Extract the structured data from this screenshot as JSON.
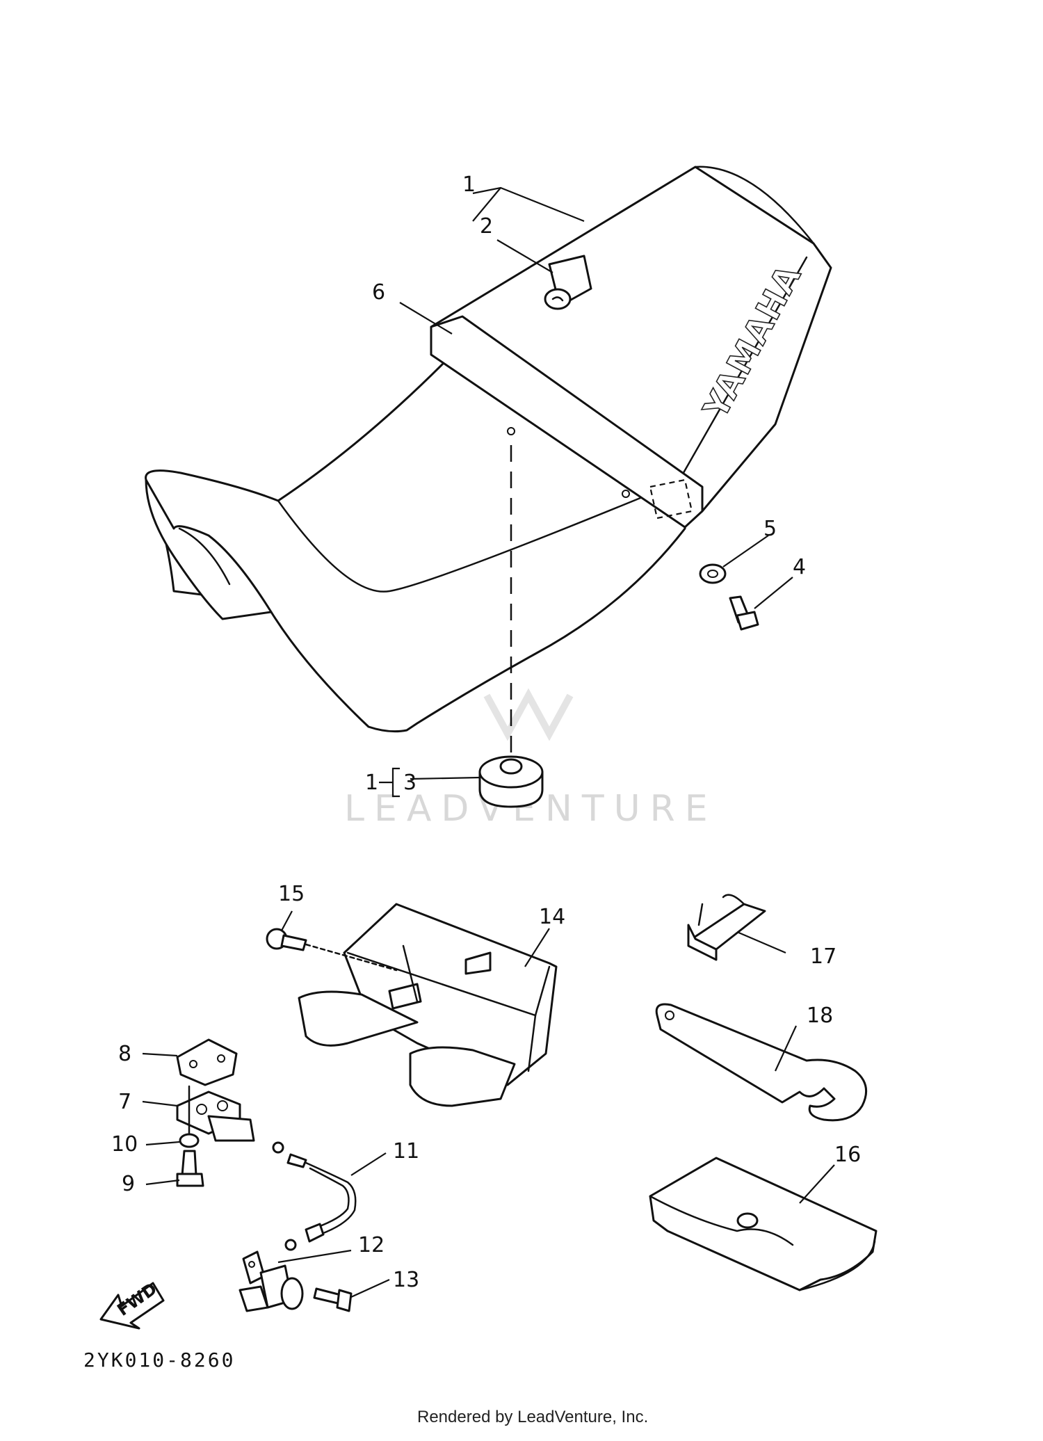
{
  "diagram": {
    "callouts": {
      "c1": "1",
      "c2": "2",
      "c3": "3",
      "c3_bracket": "1",
      "c4": "4",
      "c5": "5",
      "c6": "6",
      "c7": "7",
      "c8": "8",
      "c9": "9",
      "c10": "10",
      "c11": "11",
      "c12": "12",
      "c13": "13",
      "c14": "14",
      "c15": "15",
      "c16": "16",
      "c17": "17",
      "c18": "18"
    },
    "seat_brand": "YAMAHA",
    "fwd_label": "FWD",
    "part_code": "2YK010-8260",
    "watermark": "LEADVENTURE",
    "credit": "Rendered by LeadVenture, Inc."
  }
}
